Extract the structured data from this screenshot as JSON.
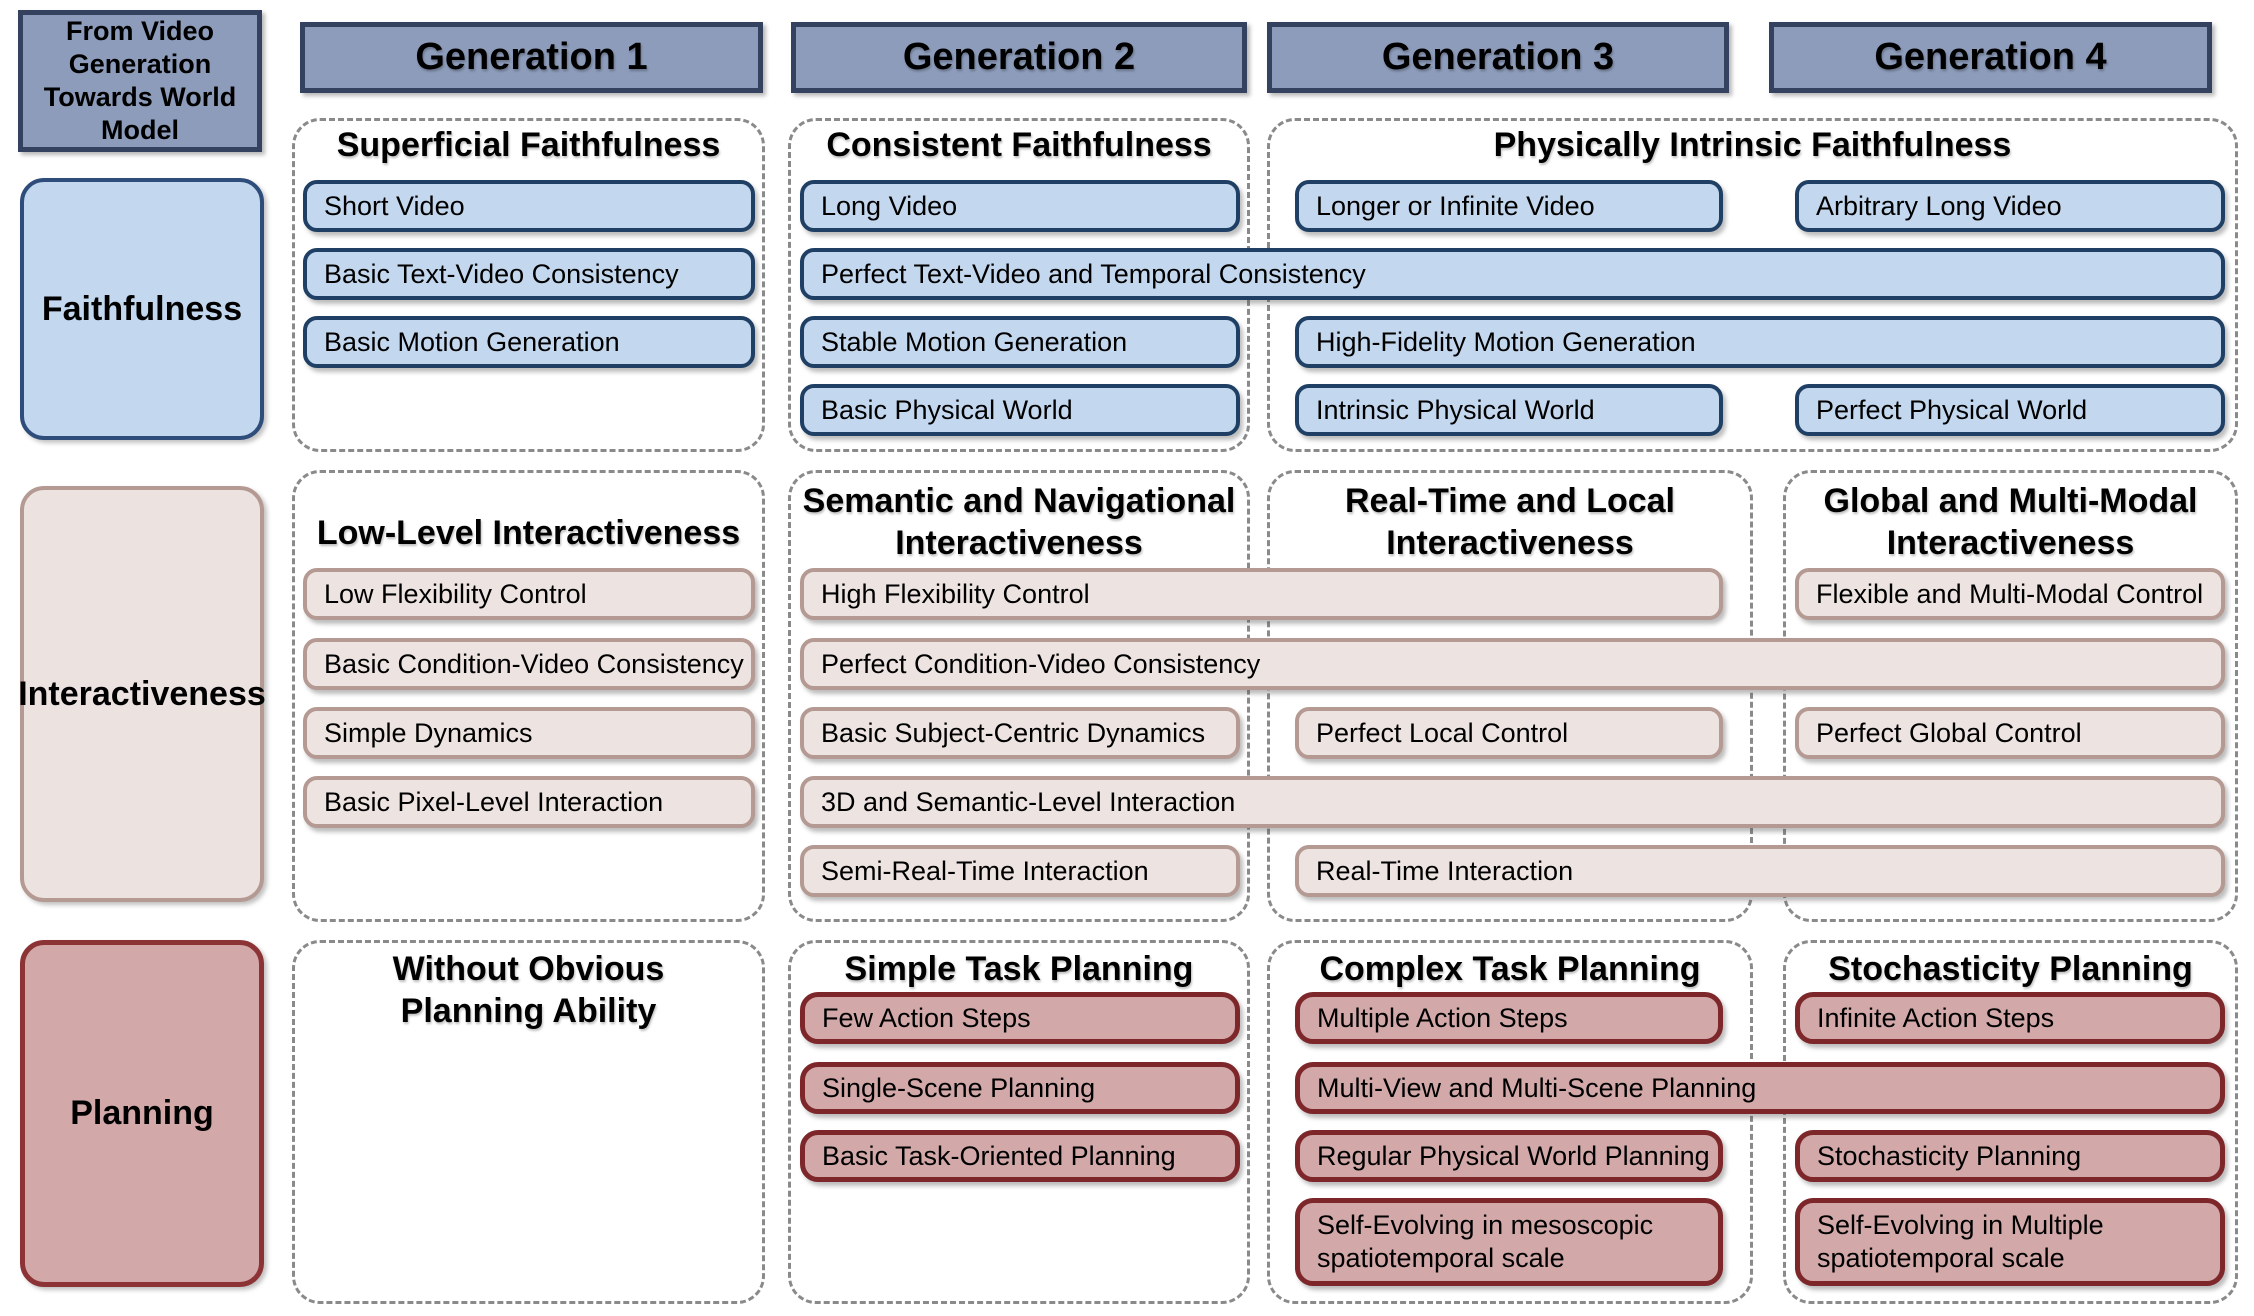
{
  "corner": {
    "title": "From Video Generation Towards World Model"
  },
  "generations": [
    "Generation 1",
    "Generation 2",
    "Generation 3",
    "Generation 4"
  ],
  "rows": {
    "faithfulness": {
      "label": "Faithfulness",
      "sections": [
        {
          "title": "Superficial Faithfulness",
          "gen": "1"
        },
        {
          "title": "Consistent Faithfulness",
          "gen": "2"
        },
        {
          "title": "Physically Intrinsic Faithfulness",
          "gen": "3-4"
        }
      ],
      "items": [
        {
          "text": "Short Video",
          "gen": "1"
        },
        {
          "text": "Basic Text-Video Consistency",
          "gen": "1"
        },
        {
          "text": "Basic Motion Generation",
          "gen": "1"
        },
        {
          "text": "Long Video",
          "gen": "2"
        },
        {
          "text": "Perfect Text-Video and Temporal Consistency",
          "gen": "2-4"
        },
        {
          "text": "Stable Motion Generation",
          "gen": "2"
        },
        {
          "text": "Basic Physical World",
          "gen": "2"
        },
        {
          "text": "Longer or Infinite Video",
          "gen": "3"
        },
        {
          "text": "Arbitrary Long Video",
          "gen": "4"
        },
        {
          "text": "High-Fidelity Motion Generation",
          "gen": "3-4"
        },
        {
          "text": "Intrinsic Physical World",
          "gen": "3"
        },
        {
          "text": "Perfect Physical World",
          "gen": "4"
        }
      ]
    },
    "interactiveness": {
      "label": "Interactiveness",
      "sections": [
        {
          "title": "Low-Level Interactiveness",
          "gen": "1"
        },
        {
          "title": "Semantic and Navigational Interactiveness",
          "gen": "2"
        },
        {
          "title": "Real-Time and Local Interactiveness",
          "gen": "3"
        },
        {
          "title": "Global and Multi-Modal Interactiveness",
          "gen": "4"
        }
      ],
      "items": [
        {
          "text": "Low Flexibility Control",
          "gen": "1"
        },
        {
          "text": "Basic Condition-Video Consistency",
          "gen": "1"
        },
        {
          "text": "Simple Dynamics",
          "gen": "1"
        },
        {
          "text": "Basic Pixel-Level Interaction",
          "gen": "1"
        },
        {
          "text": "High Flexibility Control",
          "gen": "2-3"
        },
        {
          "text": "Flexible and Multi-Modal Control",
          "gen": "4"
        },
        {
          "text": "Perfect Condition-Video Consistency",
          "gen": "2-4"
        },
        {
          "text": "Basic Subject-Centric Dynamics",
          "gen": "2"
        },
        {
          "text": "Perfect Local Control",
          "gen": "3"
        },
        {
          "text": "Perfect Global Control",
          "gen": "4"
        },
        {
          "text": "3D and Semantic-Level Interaction",
          "gen": "2-4"
        },
        {
          "text": "Semi-Real-Time Interaction",
          "gen": "2"
        },
        {
          "text": "Real-Time Interaction",
          "gen": "3-4"
        }
      ]
    },
    "planning": {
      "label": "Planning",
      "sections": [
        {
          "title": "Without Obvious Planning Ability",
          "gen": "1"
        },
        {
          "title": "Simple Task Planning",
          "gen": "2"
        },
        {
          "title": "Complex Task Planning",
          "gen": "3"
        },
        {
          "title": "Stochasticity Planning",
          "gen": "4"
        }
      ],
      "items": [
        {
          "text": "Few Action Steps",
          "gen": "2"
        },
        {
          "text": "Single-Scene Planning",
          "gen": "2"
        },
        {
          "text": "Basic Task-Oriented Planning",
          "gen": "2"
        },
        {
          "text": "Multiple Action Steps",
          "gen": "3"
        },
        {
          "text": "Multi-View and Multi-Scene Planning",
          "gen": "3-4"
        },
        {
          "text": "Regular Physical World Planning",
          "gen": "3"
        },
        {
          "text": "Self-Evolving in mesoscopic spatiotemporal scale",
          "gen": "3"
        },
        {
          "text": "Infinite Action Steps",
          "gen": "4"
        },
        {
          "text": "Stochasticity Planning",
          "gen": "4"
        },
        {
          "text": "Self-Evolving in Multiple spatiotemporal scale",
          "gen": "4"
        }
      ]
    }
  },
  "colors": {
    "header_fill": "#8d9cba",
    "header_border": "#35425f",
    "faithfulness_fill": "#c3d7ee",
    "faithfulness_border": "#1f4064",
    "interactiveness_fill": "#ede4e2",
    "interactiveness_border": "#b49a92",
    "planning_fill": "#d2a8a9",
    "planning_border": "#7d272b",
    "dashed_border": "#8a8a8a"
  }
}
